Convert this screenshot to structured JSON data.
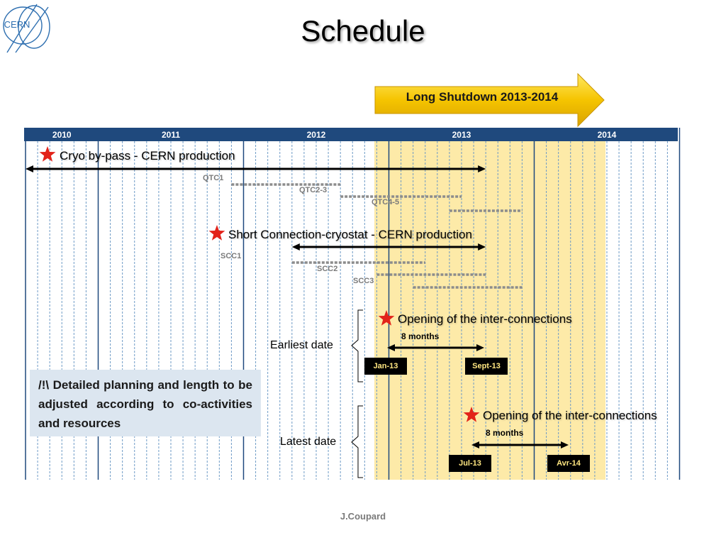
{
  "logo": {
    "text": "CERN"
  },
  "title": "Schedule",
  "shutdown_label": "Long Shutdown 2013-2014",
  "years": [
    "2010",
    "2011",
    "2012",
    "2013",
    "2014"
  ],
  "colors": {
    "header_bar": "#1f497d",
    "shutdown_band": "#fdeaa8",
    "shutdown_arrow": "#f5c400",
    "note_bg": "#dce6f0",
    "star": "#e2231a"
  },
  "tasks": [
    {
      "label": "Cryo by-pass - CERN production",
      "start": "2010-01",
      "end": "2013-03",
      "subtasks": [
        {
          "label": "QTC1",
          "start": "2011-06",
          "end": "2012-03"
        },
        {
          "label": "QTC2-3",
          "start": "2012-03",
          "end": "2013-01"
        },
        {
          "label": "QTC4-5",
          "start": "2012-12",
          "end": "2013-06"
        }
      ]
    },
    {
      "label": "Short Connection-cryostat - CERN production",
      "start": "2011-11",
      "end": "2013-03",
      "subtasks": [
        {
          "label": "SCC1",
          "start": "2011-11",
          "end": "2012-10"
        },
        {
          "label": "SCC2",
          "start": "2012-06",
          "end": "2013-03"
        },
        {
          "label": "SCC3",
          "start": "2012-09",
          "end": "2013-06"
        }
      ]
    }
  ],
  "scenarios": [
    {
      "label": "Earliest date",
      "event": "Opening of the inter-connections",
      "duration": "8 months",
      "start_label": "Jan-13",
      "end_label": "Sept-13"
    },
    {
      "label": "Latest date",
      "event": "Opening of the inter-connections",
      "duration": "8 months",
      "start_label": "Jul-13",
      "end_label": "Avr-14"
    }
  ],
  "note": "/!\\ Detailed planning and length to be adjusted according to co-activities and resources",
  "footer": "J.Coupard"
}
